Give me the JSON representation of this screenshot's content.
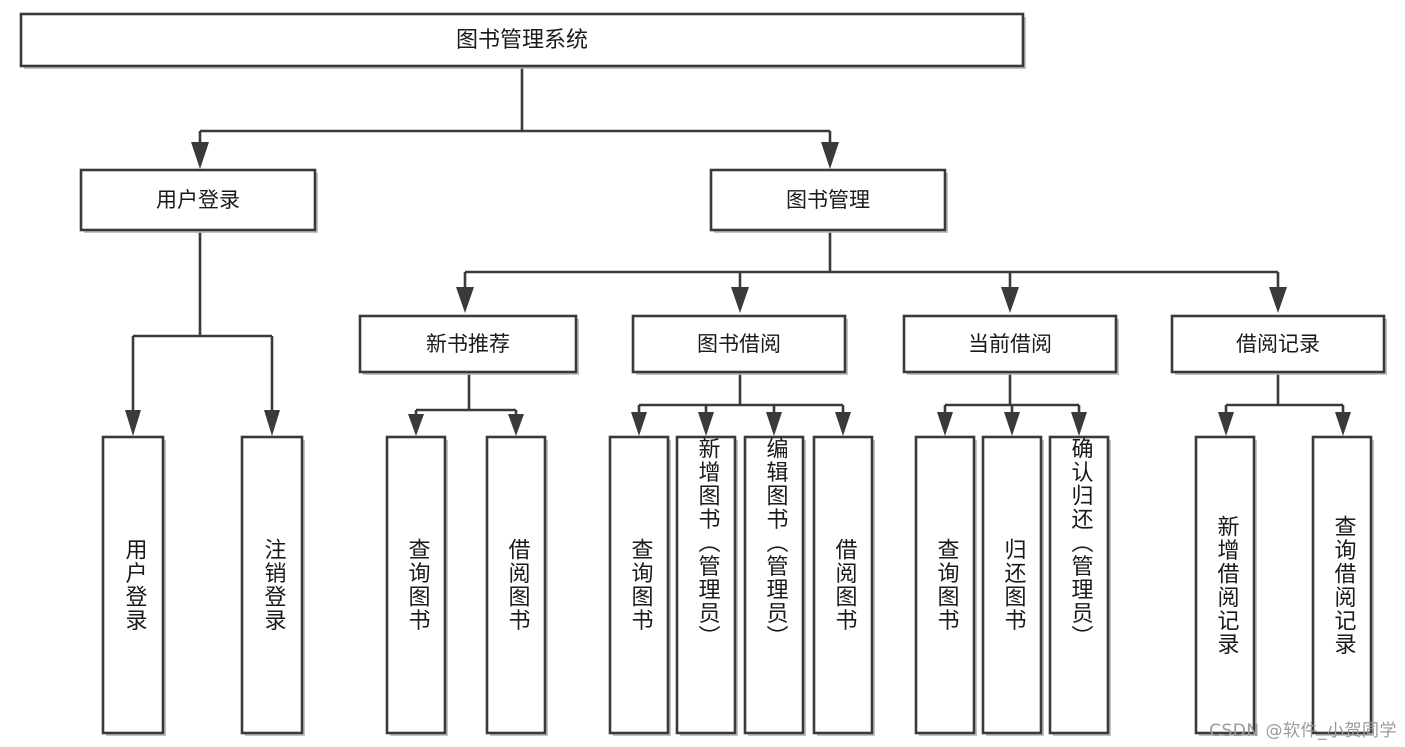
{
  "diagram": {
    "type": "hierarchy-tree",
    "title_node": {
      "label": "图书管理系统",
      "orientation": "horizontal"
    },
    "level2": [
      {
        "id": "user-login",
        "label": "用户登录",
        "orientation": "horizontal"
      },
      {
        "id": "book-management",
        "label": "图书管理",
        "orientation": "horizontal"
      }
    ],
    "level3": [
      {
        "id": "new-book-recommend",
        "label": "新书推荐",
        "orientation": "horizontal",
        "parent": "book-management"
      },
      {
        "id": "book-borrow",
        "label": "图书借阅",
        "orientation": "horizontal",
        "parent": "book-management"
      },
      {
        "id": "current-borrow",
        "label": "当前借阅",
        "orientation": "horizontal",
        "parent": "book-management"
      },
      {
        "id": "borrow-record",
        "label": "借阅记录",
        "orientation": "horizontal",
        "parent": "book-management"
      }
    ],
    "leaves": [
      {
        "id": "leaf-user-login",
        "label": "用户登录",
        "parent": "user-login",
        "orientation": "vertical"
      },
      {
        "id": "leaf-logout",
        "label": "注销登录",
        "parent": "user-login",
        "orientation": "vertical"
      },
      {
        "id": "leaf-query-book-1",
        "label": "查询图书",
        "parent": "new-book-recommend",
        "orientation": "vertical"
      },
      {
        "id": "leaf-borrow-book-1",
        "label": "借阅图书",
        "parent": "new-book-recommend",
        "orientation": "vertical"
      },
      {
        "id": "leaf-query-book-2",
        "label": "查询图书",
        "parent": "book-borrow",
        "orientation": "vertical"
      },
      {
        "id": "leaf-add-book",
        "label": "新增图书（管理员）",
        "parent": "book-borrow",
        "orientation": "vertical"
      },
      {
        "id": "leaf-edit-book",
        "label": "编辑图书（管理员）",
        "parent": "book-borrow",
        "orientation": "vertical"
      },
      {
        "id": "leaf-borrow-book-2",
        "label": "借阅图书",
        "parent": "book-borrow",
        "orientation": "vertical"
      },
      {
        "id": "leaf-query-book-3",
        "label": "查询图书",
        "parent": "current-borrow",
        "orientation": "vertical"
      },
      {
        "id": "leaf-return-book",
        "label": "归还图书",
        "parent": "current-borrow",
        "orientation": "vertical"
      },
      {
        "id": "leaf-confirm-return",
        "label": "确认归还（管理员）",
        "parent": "current-borrow",
        "orientation": "vertical"
      },
      {
        "id": "leaf-add-record",
        "label": "新增借阅记录",
        "parent": "borrow-record",
        "orientation": "vertical"
      },
      {
        "id": "leaf-query-record",
        "label": "查询借阅记录",
        "parent": "borrow-record",
        "orientation": "vertical"
      }
    ],
    "colors": {
      "box_stroke": "#3a3a3a",
      "box_fill": "#ffffff",
      "connector": "#3a3a3a",
      "text": "#1a1a1a",
      "watermark": "#9a9a9a",
      "background": "#ffffff"
    }
  },
  "watermark": {
    "text": "CSDN @软件_小贺同学"
  }
}
